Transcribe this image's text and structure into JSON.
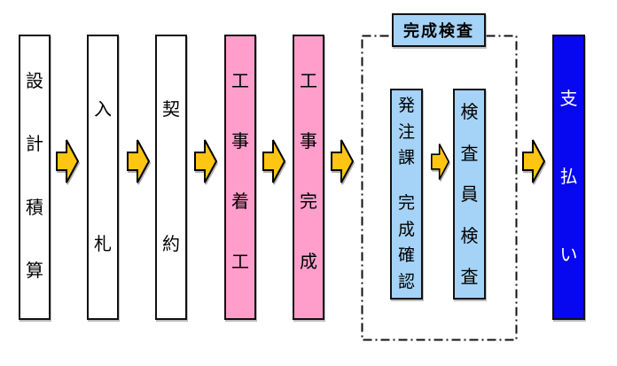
{
  "colors": {
    "box-white": "#ffffff",
    "box-pink": "#ff9ecb",
    "box-lightblue": "#a5d3f7",
    "box-blue": "#0707f0",
    "arrow-yellow": "#ffc512",
    "outline": "#111111"
  },
  "flow": {
    "boxes": [
      {
        "id": "design-estimate",
        "text": "設計積算",
        "style": "white"
      },
      {
        "id": "bidding",
        "text": "入札",
        "style": "white"
      },
      {
        "id": "contract",
        "text": "契約",
        "style": "white"
      },
      {
        "id": "construction-start",
        "text": "工事着工",
        "style": "pink"
      },
      {
        "id": "construction-complete",
        "text": "工事完成",
        "style": "pink"
      },
      {
        "id": "payment",
        "text": "支払い",
        "style": "blue"
      }
    ],
    "inspection_group": {
      "title": "完成検査",
      "boxes": [
        {
          "id": "ordering-section-completion-confirm",
          "text": "発注課 完成確認",
          "style": "lightblue"
        },
        {
          "id": "inspector-inspection",
          "text": "検査員検査",
          "style": "lightblue"
        }
      ]
    },
    "arrow_count": 7
  }
}
